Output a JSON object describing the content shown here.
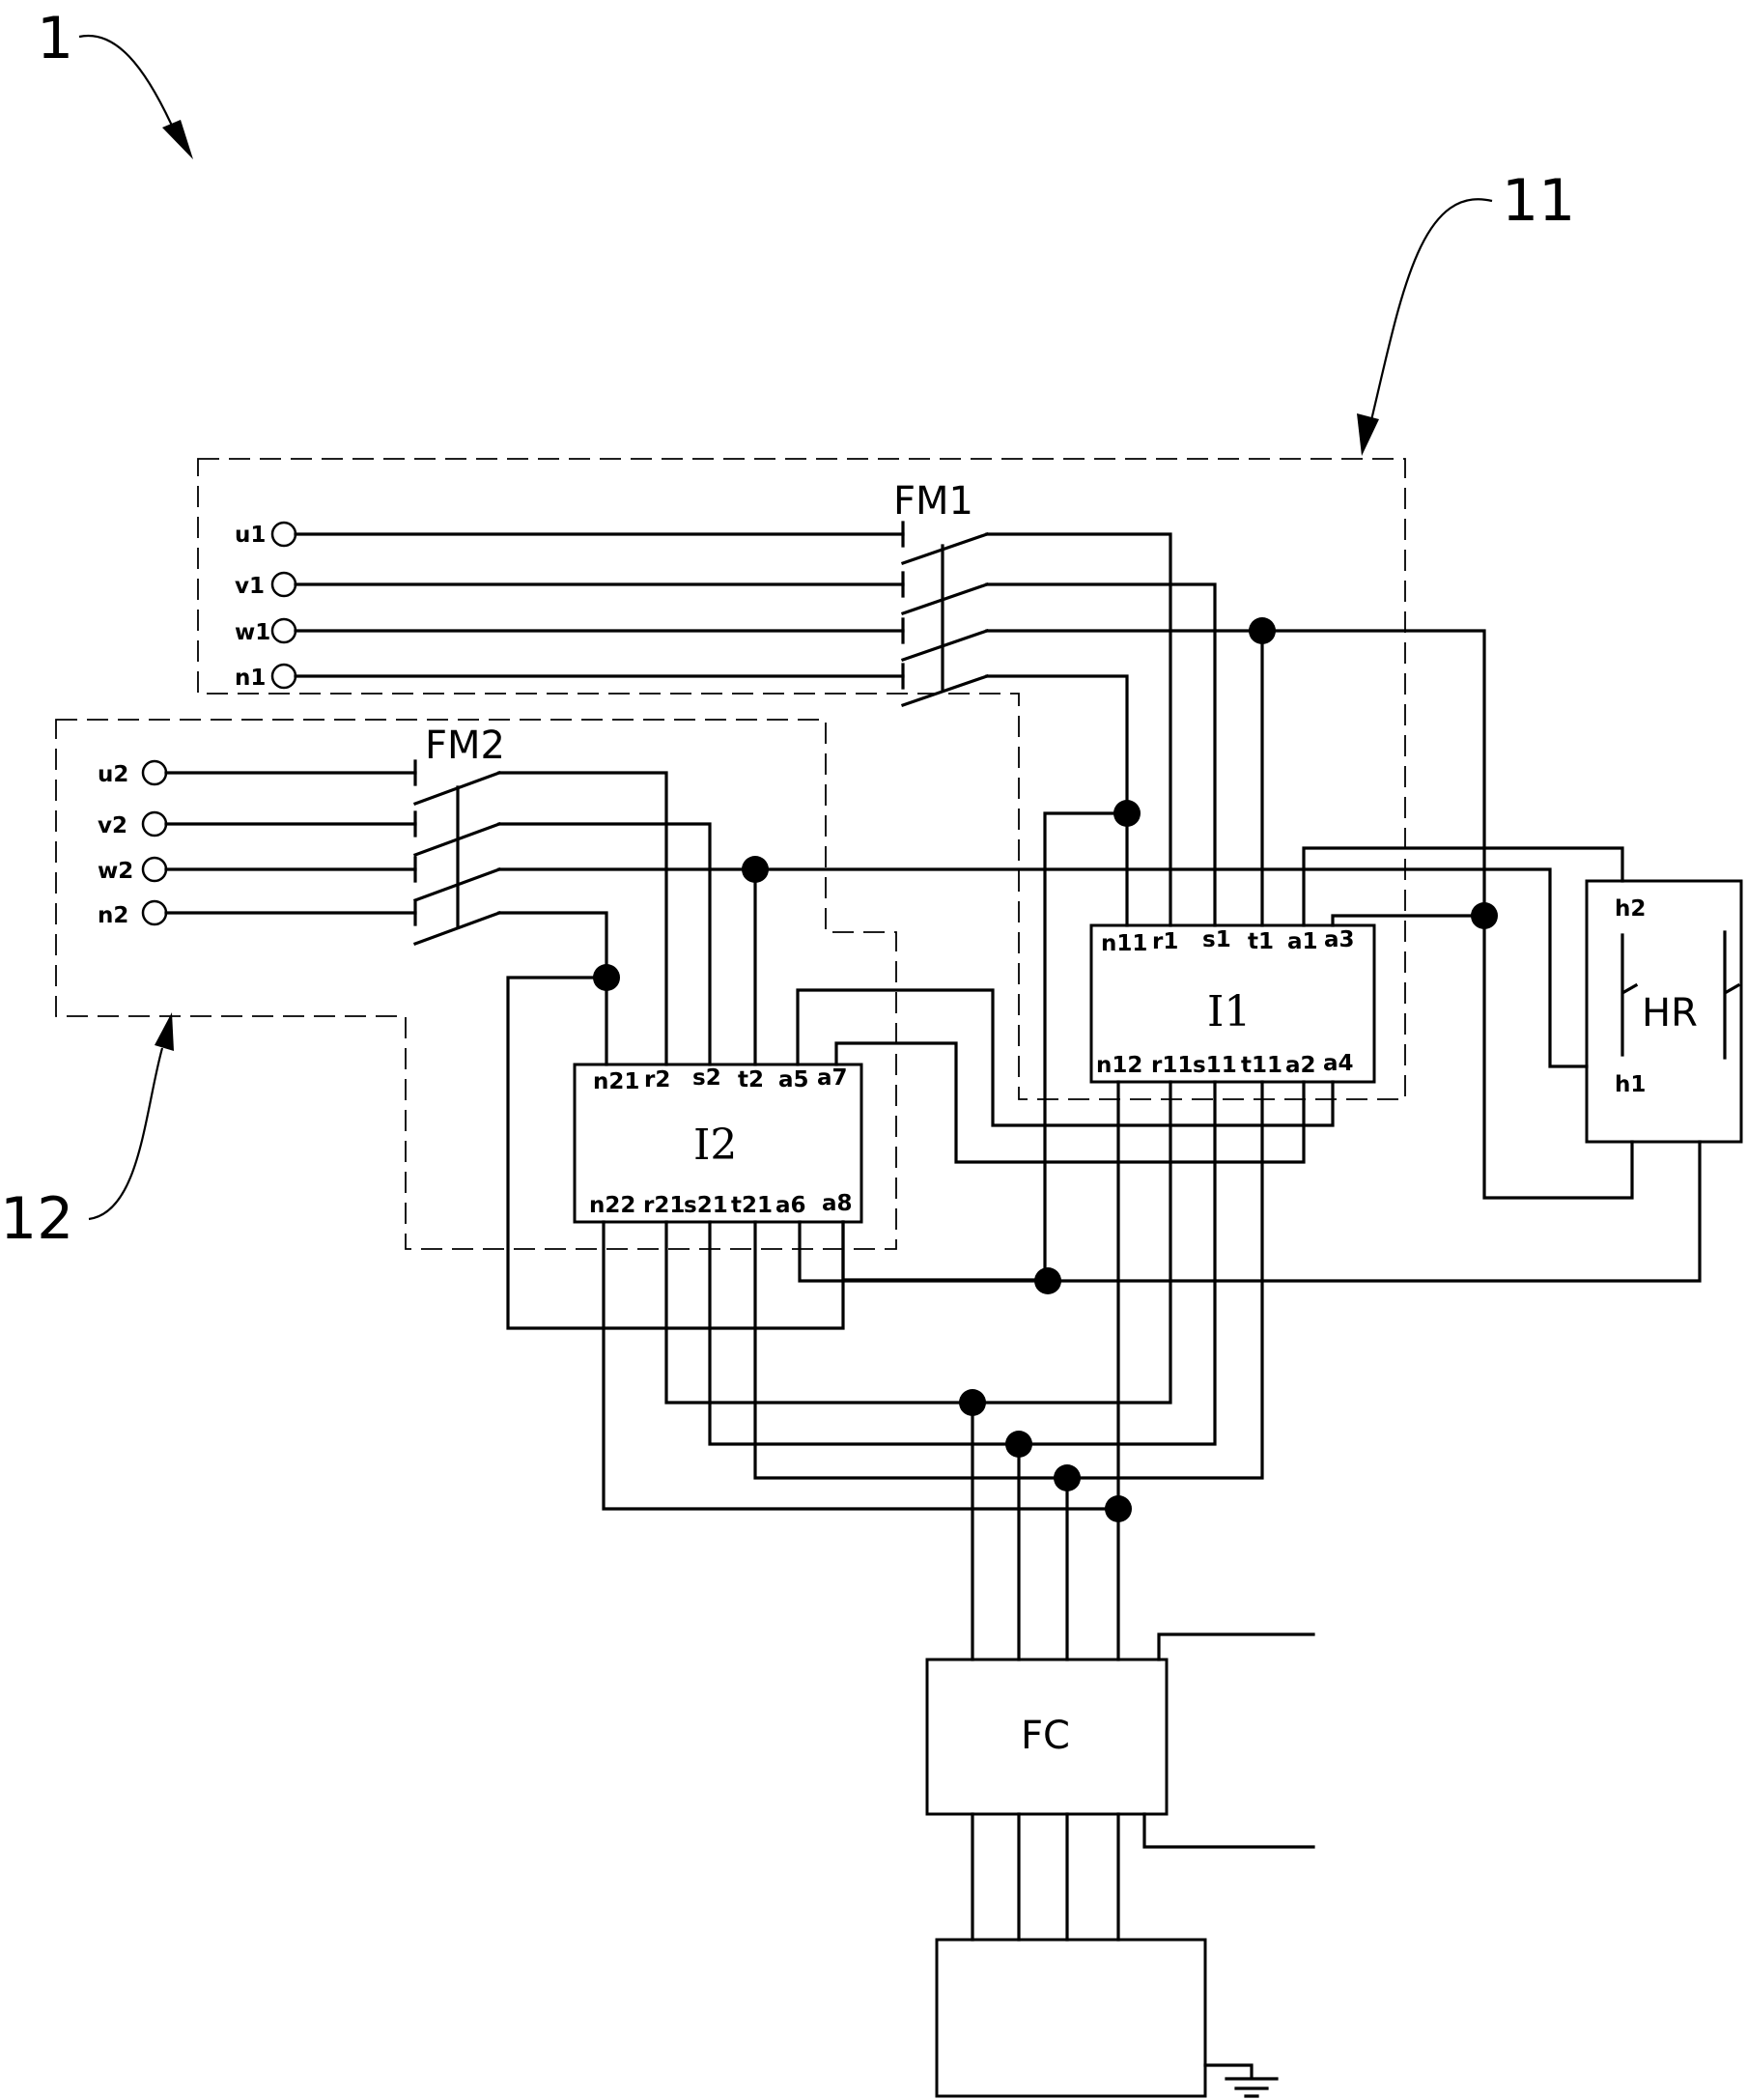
{
  "references": {
    "system": "1",
    "group1": "11",
    "group2": "12"
  },
  "switches": {
    "fm1": "FM1",
    "fm2": "FM2"
  },
  "terminals": {
    "group1": [
      "u1",
      "v1",
      "w1",
      "n1"
    ],
    "group2": [
      "u2",
      "v2",
      "w2",
      "n2"
    ]
  },
  "interlock1": {
    "name": "I1",
    "top_pins": [
      "n11",
      "r1",
      "s1",
      "t1",
      "a1",
      "a3"
    ],
    "bottom_pins": [
      "n12",
      "r11",
      "s11",
      "t11",
      "a2",
      "a4"
    ]
  },
  "interlock2": {
    "name": "I2",
    "top_pins": [
      "n21",
      "r2",
      "s2",
      "t2",
      "a5",
      "a7"
    ],
    "bottom_pins": [
      "n22",
      "r21",
      "s21",
      "t21",
      "a6",
      "a8"
    ]
  },
  "relay": {
    "name": "HR",
    "pins": [
      "h2",
      "h1"
    ]
  },
  "controller": {
    "name": "FC"
  }
}
